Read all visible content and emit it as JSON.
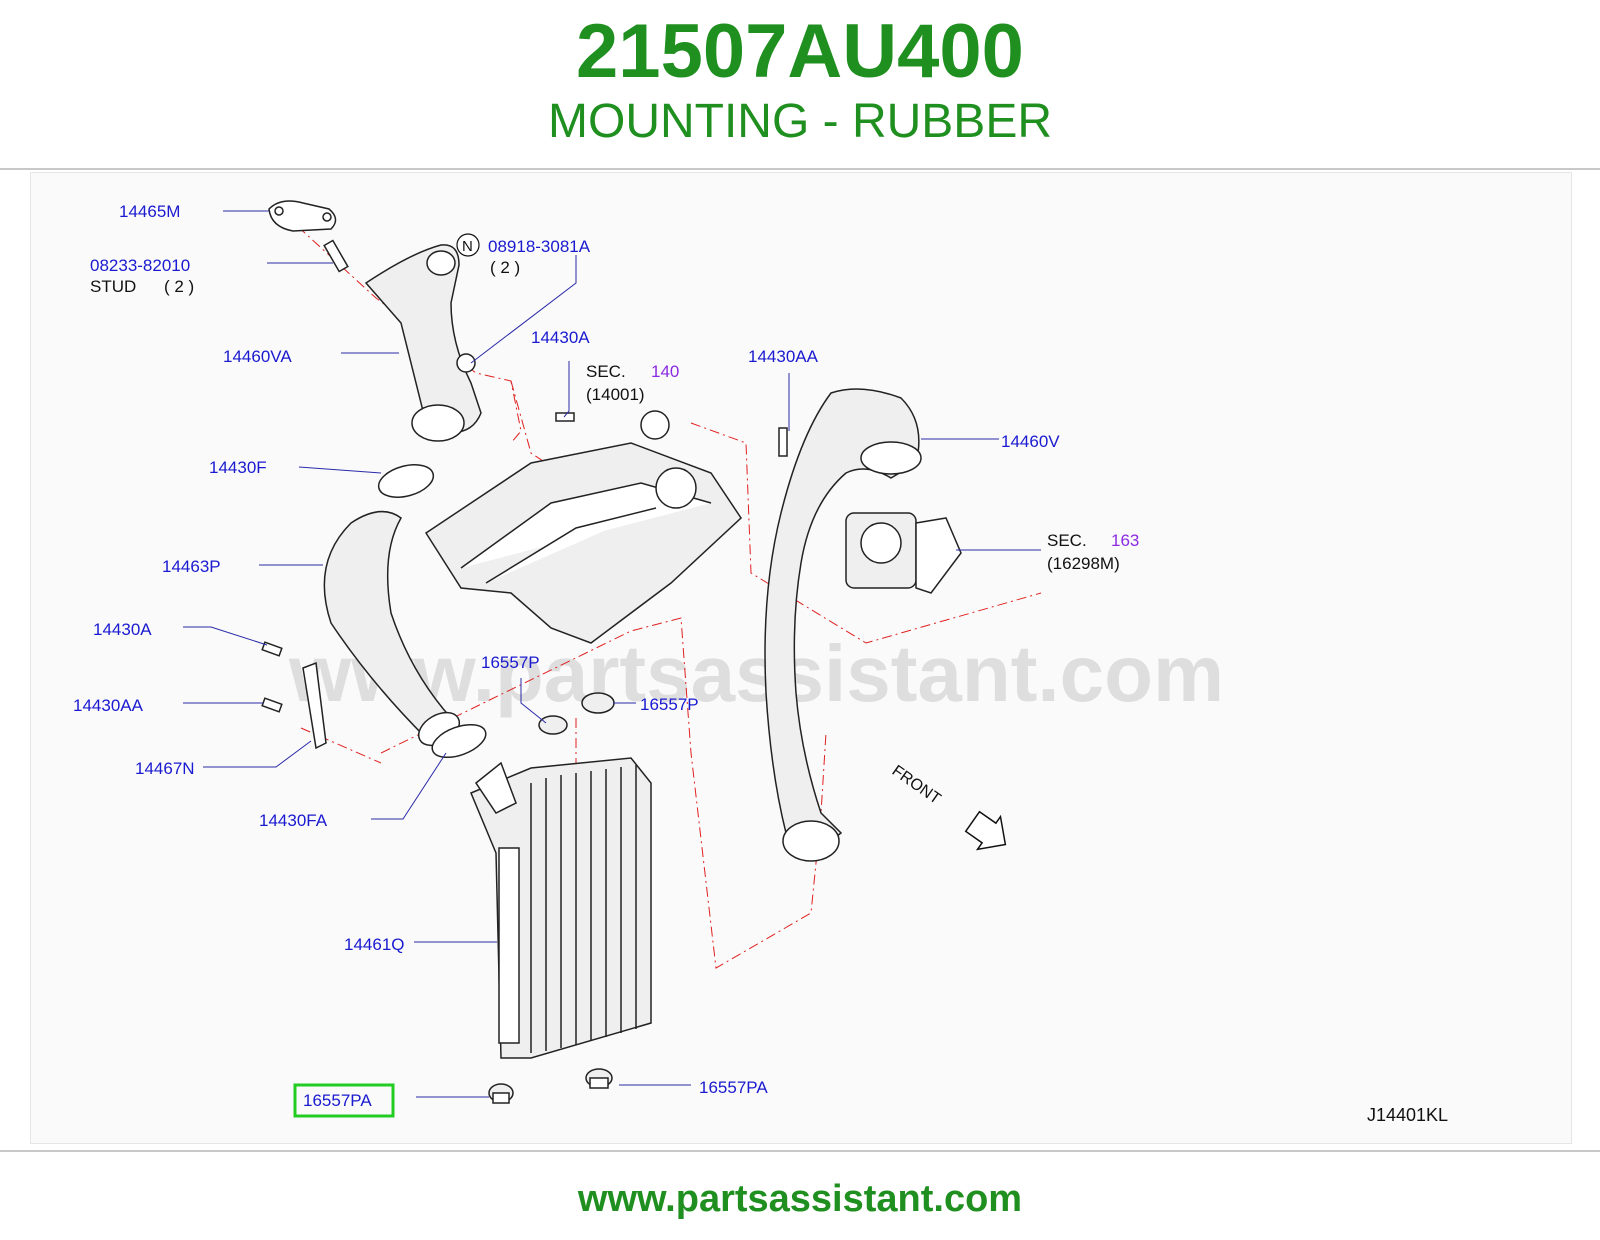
{
  "header": {
    "part_number": "21507AU400",
    "part_name": "MOUNTING - RUBBER"
  },
  "diagram": {
    "watermark": "www.partsassistant.com",
    "diagram_code": "J14401KL",
    "front_label": "FRONT",
    "labels": {
      "l_14465M": "14465M",
      "l_08233": "08233-82010",
      "l_stud": "STUD",
      "l_stud_qty": "( 2 )",
      "l_n": "N",
      "l_08918": "08918-3081A",
      "l_08918_qty": "( 2 )",
      "l_14430A_top": "14430A",
      "l_sec": "SEC.",
      "l_140": "140",
      "l_14001": "(14001)",
      "l_14430AA_top": "14430AA",
      "l_14460VA": "14460VA",
      "l_14460V": "14460V",
      "l_14430F": "14430F",
      "l_sec2": "SEC.",
      "l_163": "163",
      "l_16298M": "(16298M)",
      "l_14463P": "14463P",
      "l_14430A_left": "14430A",
      "l_16557P_left": "16557P",
      "l_16557P_right": "16557P",
      "l_14430AA_left": "14430AA",
      "l_14467N": "14467N",
      "l_14430FA": "14430FA",
      "l_14461Q": "14461Q",
      "l_16557PA_right": "16557PA",
      "l_16557PA_highlight": "16557PA"
    }
  },
  "footer": {
    "url": "www.partsassistant.com"
  },
  "colors": {
    "brand_green": "#1f8f1f",
    "label_blue": "#1a1ad0",
    "section_purple": "#8a2be2",
    "highlight_green": "#22cc22",
    "centerline_red": "#e02020"
  }
}
